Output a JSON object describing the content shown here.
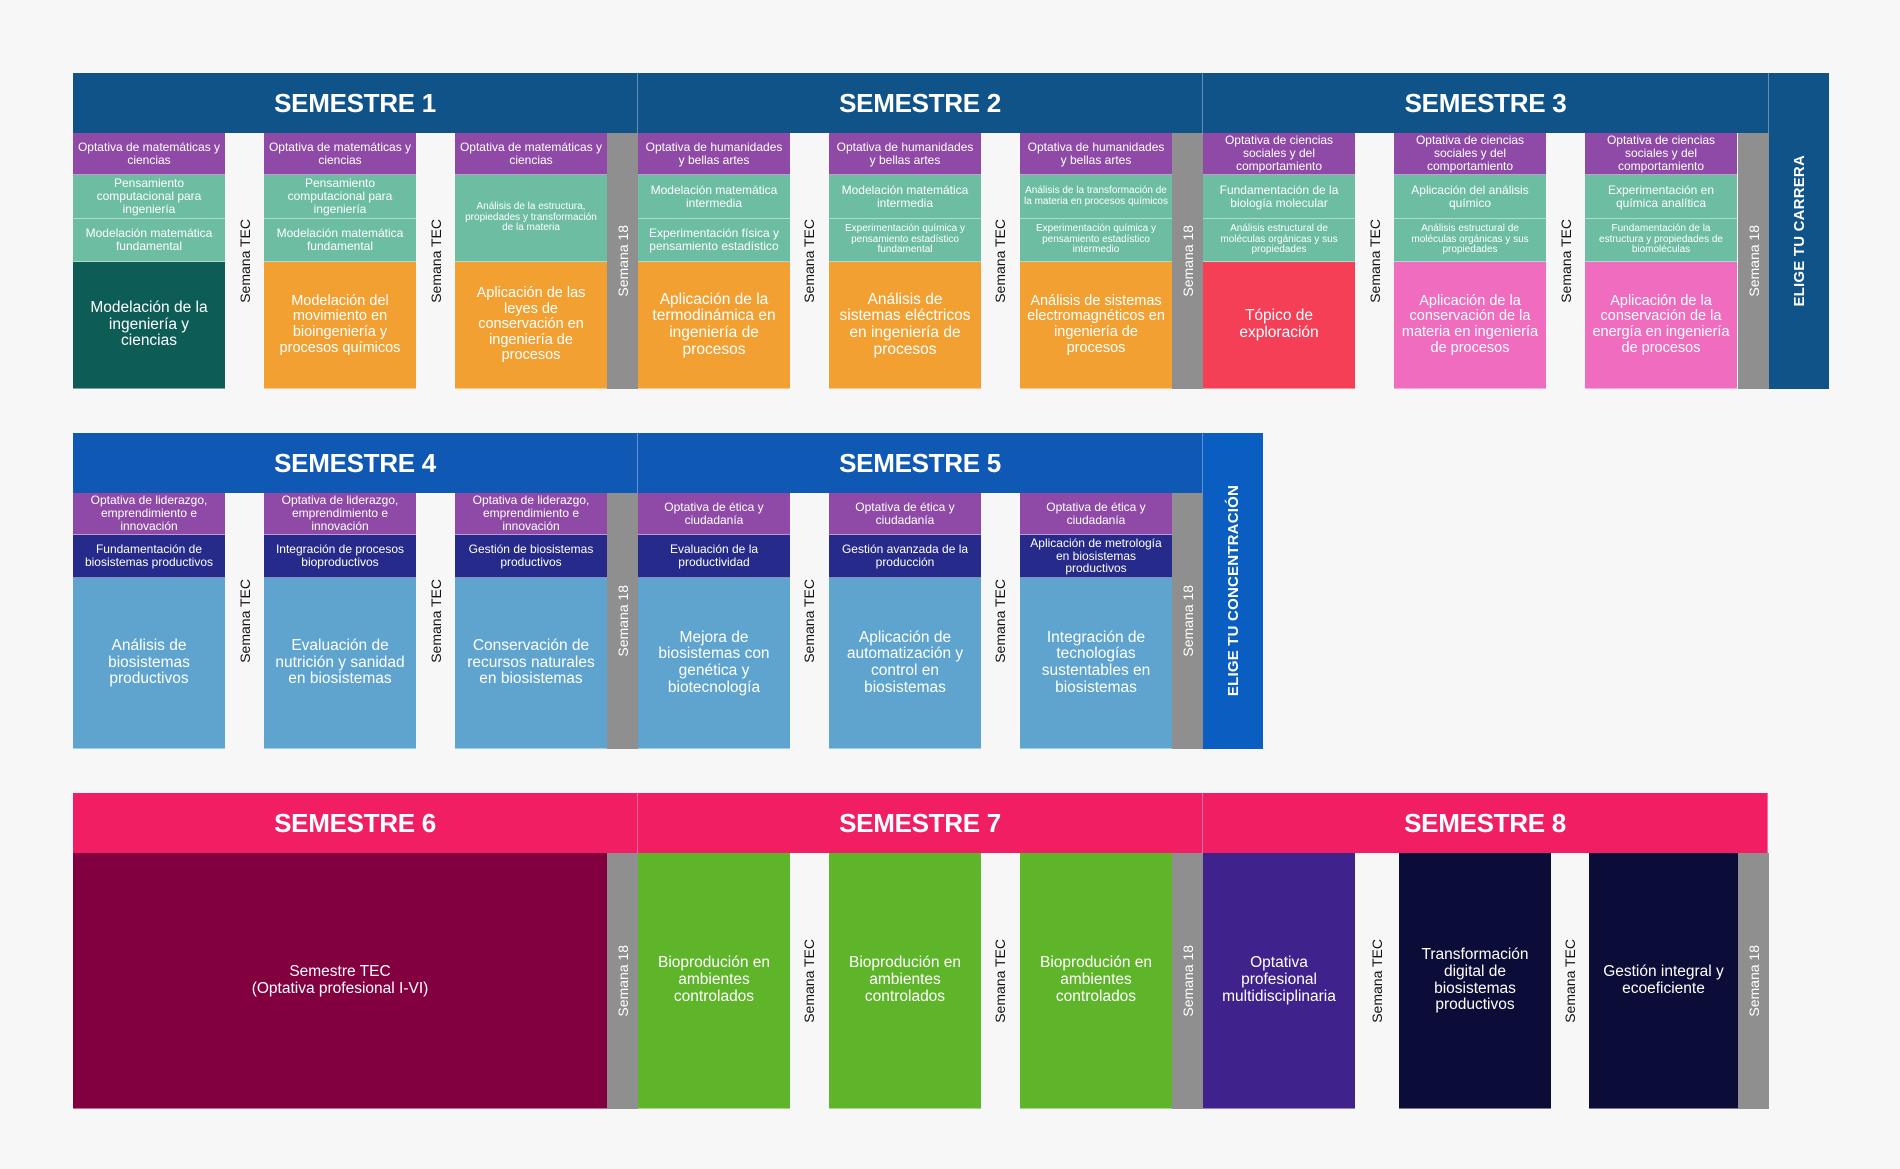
{
  "colors": {
    "purple": "#8e4aa6",
    "teal": "#6cbda1",
    "dark_teal": "#0d5d56",
    "orange": "#f3a033",
    "red": "#f43f57",
    "pink": "#f06cbf",
    "header_blue1": "#0f5389",
    "header_blue2": "#0f58b3",
    "header_pink": "#f21e64",
    "side_blue1": "#0f5389",
    "side_blue2": "#0a5ec1",
    "navy": "#262a8a",
    "light_blue": "#5ea4cf",
    "maroon": "#820040",
    "green": "#5eb52a",
    "violet": "#3f228b",
    "dark_navy": "#0c0c38",
    "gray": "#8f8f8f"
  },
  "labels": {
    "semana_tec": "Semana TEC",
    "semana_18": "Semana 18"
  },
  "rows": [
    {
      "headers": [
        "SEMESTRE 1",
        "SEMESTRE 2",
        "SEMESTRE 3"
      ],
      "side_label": "ELIGE TU CARRERA",
      "columns": [
        [
          {
            "text": "Optativa de matemáticas y ciencias",
            "color": "purple"
          },
          {
            "text": "Pensamiento computacional para ingeniería",
            "color": "teal"
          },
          {
            "text": "Modelación matemática fundamental",
            "color": "teal"
          },
          {
            "text": "Modelación de la ingeniería y ciencias",
            "color": "dark_teal"
          }
        ],
        [
          {
            "text": "Optativa de matemáticas y ciencias",
            "color": "purple"
          },
          {
            "text": "Pensamiento computacional para ingeniería",
            "color": "teal"
          },
          {
            "text": "Modelación matemática fundamental",
            "color": "teal"
          },
          {
            "text": "Modelación del movimiento en bioingeniería y procesos químicos",
            "color": "orange"
          }
        ],
        [
          {
            "text": "Optativa de matemáticas y ciencias",
            "color": "purple"
          },
          {
            "text": "Análisis de la estructura, propiedades y transformación de la materia",
            "color": "teal"
          },
          {
            "text": "Aplicación de las leyes de conservación en ingeniería de procesos",
            "color": "orange"
          }
        ],
        [
          {
            "text": "Optativa de humanidades y bellas artes",
            "color": "purple"
          },
          {
            "text": "Modelación matemática intermedia",
            "color": "teal"
          },
          {
            "text": "Experimentación física y pensamiento estadístico",
            "color": "teal"
          },
          {
            "text": "Aplicación de la termodinámica en ingeniería de procesos",
            "color": "orange"
          }
        ],
        [
          {
            "text": "Optativa de humanidades y bellas artes",
            "color": "purple"
          },
          {
            "text": "Modelación matemática intermedia",
            "color": "teal"
          },
          {
            "text": "Experimentación química y pensamiento estadístico fundamental",
            "color": "teal"
          },
          {
            "text": "Análisis de sistemas eléctricos en ingeniería de procesos",
            "color": "orange"
          }
        ],
        [
          {
            "text": "Optativa de humanidades y bellas artes",
            "color": "purple"
          },
          {
            "text": "Análisis de la transformación de la materia en procesos químicos",
            "color": "teal"
          },
          {
            "text": "Experimentación química y pensamiento estadístico intermedio",
            "color": "teal"
          },
          {
            "text": "Análisis de sistemas electromagnéticos en ingeniería de procesos",
            "color": "orange"
          }
        ],
        [
          {
            "text": "Optativa de ciencias sociales y del comportamiento",
            "color": "purple"
          },
          {
            "text": "Fundamentación de la biología molecular",
            "color": "teal"
          },
          {
            "text": "Análisis estructural de moléculas orgánicas y sus propiedades",
            "color": "teal"
          },
          {
            "text": "Tópico de exploración",
            "color": "red"
          }
        ],
        [
          {
            "text": "Optativa de ciencias sociales y del comportamiento",
            "color": "purple"
          },
          {
            "text": "Aplicación del análisis químico",
            "color": "teal"
          },
          {
            "text": "Análisis estructural de moléculas orgánicas y sus propiedades",
            "color": "teal"
          },
          {
            "text": "Aplicación de la conservación de la materia en ingeniería de procesos",
            "color": "pink"
          }
        ],
        [
          {
            "text": "Optativa de ciencias sociales y del comportamiento",
            "color": "purple"
          },
          {
            "text": "Experimentación en química analítica",
            "color": "teal"
          },
          {
            "text": "Fundamentación de la estructura y propiedades de biomoléculas",
            "color": "teal"
          },
          {
            "text": "Aplicación de la conservación de la energía en ingeniería de procesos",
            "color": "pink"
          }
        ]
      ]
    },
    {
      "headers": [
        "SEMESTRE 4",
        "SEMESTRE 5"
      ],
      "side_label": "ELIGE TU CONCENTRACIÓN",
      "columns": [
        [
          {
            "text": "Optativa de liderazgo, emprendimiento e innovación",
            "color": "purple"
          },
          {
            "text": "Fundamentación de biosistemas productivos",
            "color": "navy"
          },
          {
            "text": "Análisis de biosistemas productivos",
            "color": "light_blue"
          }
        ],
        [
          {
            "text": "Optativa de liderazgo, emprendimiento e innovación",
            "color": "purple"
          },
          {
            "text": "Integración de procesos bioproductivos",
            "color": "navy"
          },
          {
            "text": "Evaluación de nutrición y sanidad en biosistemas",
            "color": "light_blue"
          }
        ],
        [
          {
            "text": "Optativa de liderazgo, emprendimiento e innovación",
            "color": "purple"
          },
          {
            "text": "Gestión de biosistemas productivos",
            "color": "navy"
          },
          {
            "text": "Conservación de recursos naturales en biosistemas",
            "color": "light_blue"
          }
        ],
        [
          {
            "text": "Optativa de ética y ciudadanía",
            "color": "purple"
          },
          {
            "text": "Evaluación de la productividad",
            "color": "navy"
          },
          {
            "text": "Mejora de biosistemas con genética y biotecnología",
            "color": "light_blue"
          }
        ],
        [
          {
            "text": "Optativa de ética y ciudadanía",
            "color": "purple"
          },
          {
            "text": "Gestión avanzada de la producción",
            "color": "navy"
          },
          {
            "text": "Aplicación de automatización y control en biosistemas",
            "color": "light_blue"
          }
        ],
        [
          {
            "text": "Optativa de ética y ciudadanía",
            "color": "purple"
          },
          {
            "text": "Aplicación de metrología en biosistemas productivos",
            "color": "navy"
          },
          {
            "text": "Integración de tecnologías sustentables en biosistemas",
            "color": "light_blue"
          }
        ]
      ]
    },
    {
      "headers": [
        "SEMESTRE 6",
        "SEMESTRE 7",
        "SEMESTRE 8"
      ],
      "block6": {
        "line1": "Semestre TEC",
        "line2": "(Optativa profesional I-VI)",
        "color": "maroon"
      },
      "columns7": [
        {
          "text": "Bioprodución en ambientes controlados",
          "color": "green"
        },
        {
          "text": "Bioprodución en ambientes controlados",
          "color": "green"
        },
        {
          "text": "Bioprodución en ambientes controlados",
          "color": "green"
        }
      ],
      "columns8": [
        {
          "text": "Optativa profesional multidisciplinaria",
          "color": "violet"
        },
        {
          "text": "Transformación digital de biosistemas productivos",
          "color": "dark_navy"
        },
        {
          "text": "Gestión integral y ecoeficiente",
          "color": "dark_navy"
        }
      ]
    }
  ]
}
